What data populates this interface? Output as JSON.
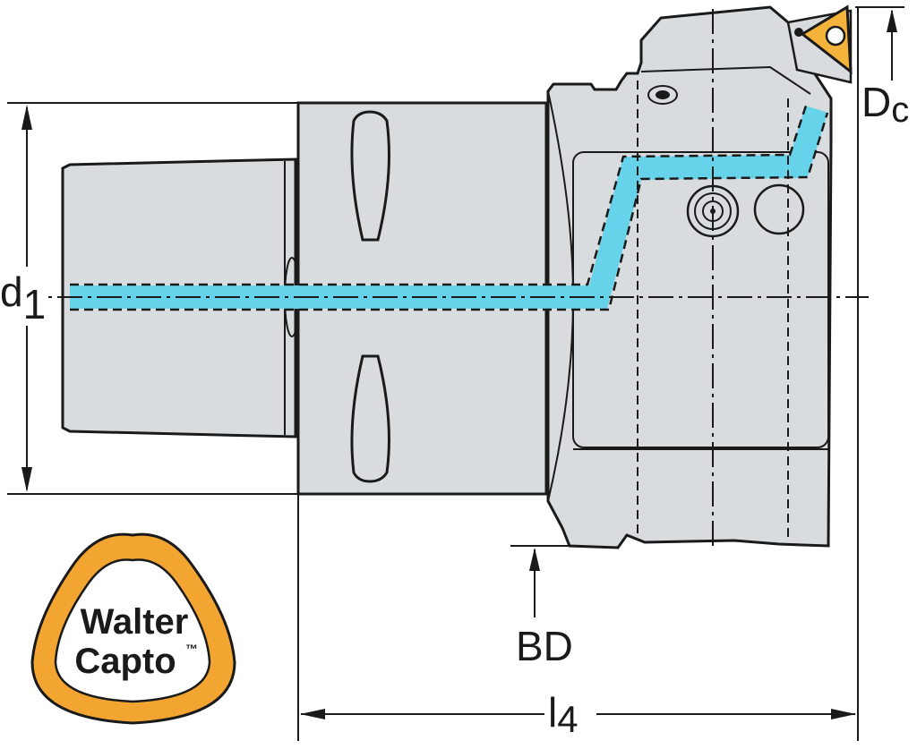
{
  "diagram": {
    "labels": {
      "d1_main": "d",
      "d1_sub": "1",
      "dc_main": "D",
      "dc_sub": "c",
      "bd": "BD",
      "l4_main": "l",
      "l4_sub": "4"
    },
    "logo": {
      "line1": "Walter",
      "line2": "Capto",
      "tm": "™"
    },
    "colors": {
      "body": "#d9dcdf",
      "outline": "#1a1a1a",
      "coolant": "#67d3ea",
      "insert": "#f4b43c",
      "logo_ring": "#f2a531"
    }
  }
}
